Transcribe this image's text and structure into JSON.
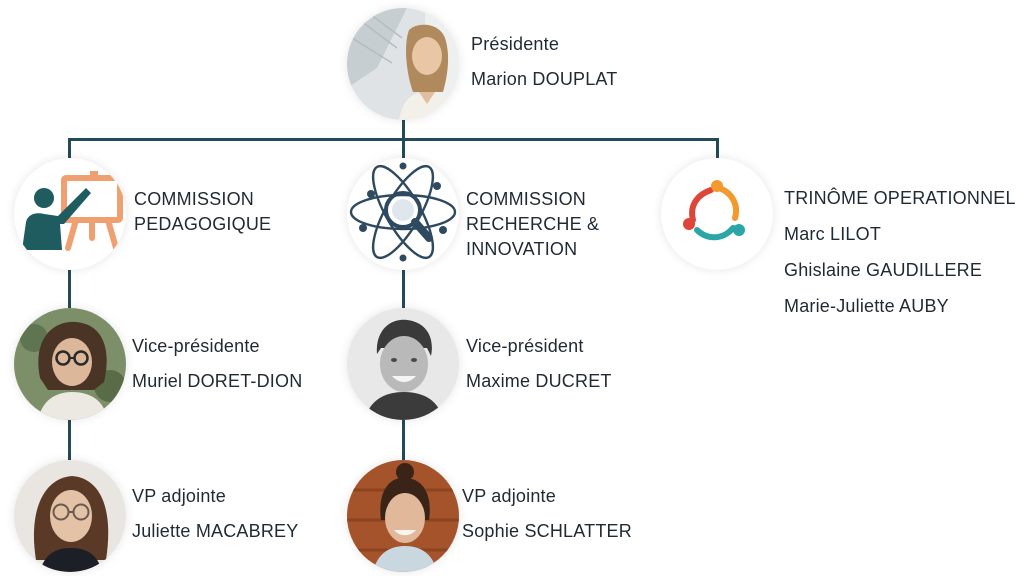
{
  "president": {
    "role": "Présidente",
    "name": "Marion DOUPLAT"
  },
  "commissions": {
    "pedagogique": {
      "lines": [
        "COMMISSION",
        "PEDAGOGIQUE"
      ]
    },
    "recherche": {
      "lines": [
        "COMMISSION",
        "RECHERCHE &",
        "INNOVATION"
      ]
    },
    "trinome": {
      "title": "TRINÔME OPERATIONNEL",
      "members": [
        "Marc LILOT",
        "Ghislaine GAUDILLERE",
        "Marie-Juliette AUBY"
      ]
    }
  },
  "pedagogique_team": {
    "vp": {
      "role": "Vice-présidente",
      "name": "Muriel DORET-DION"
    },
    "adjointe": {
      "role": "VP adjointe",
      "name": "Juliette MACABREY"
    }
  },
  "recherche_team": {
    "vp": {
      "role": "Vice-président",
      "name": "Maxime DUCRET"
    },
    "adjointe": {
      "role": "VP adjointe",
      "name": "Sophie SCHLATTER"
    }
  },
  "colors": {
    "connector": "#234a59",
    "board_orange": "#f0a070",
    "teacher_teal": "#1e5c60",
    "icon_navy": "#2f4a60",
    "loop_red": "#e0453a",
    "loop_orange": "#f29a2e",
    "loop_teal": "#2aa6a6"
  },
  "icons": {
    "pedagogique": "teacher-board-icon",
    "recherche": "atom-magnifier-icon",
    "trinome": "triangle-loop-icon"
  }
}
